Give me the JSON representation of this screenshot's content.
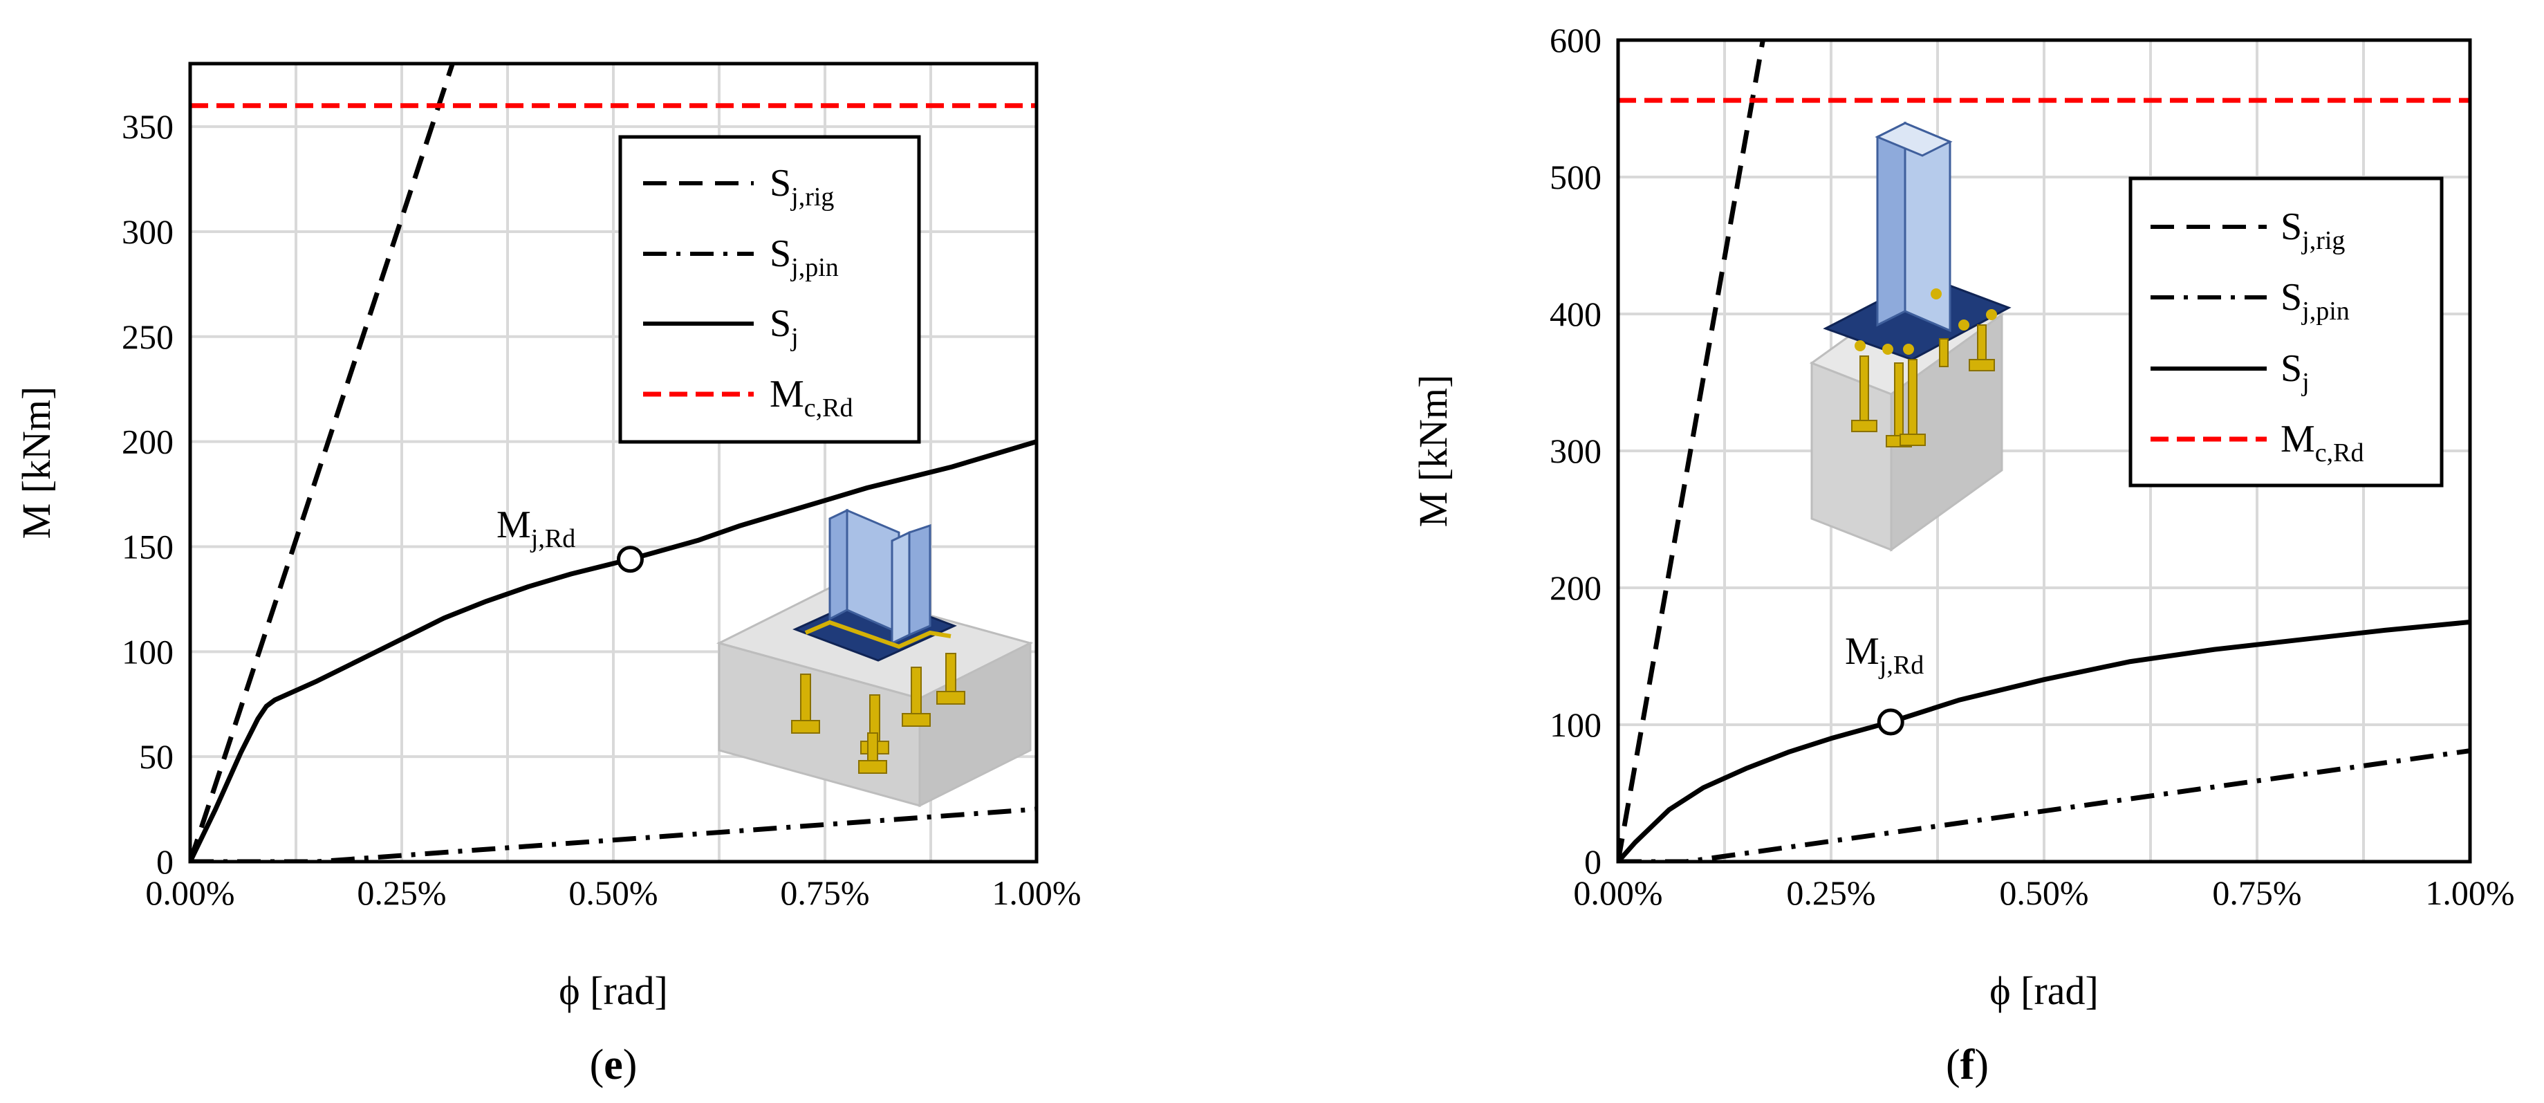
{
  "colors": {
    "series_black": "#000000",
    "series_red": "#ff0000",
    "grid": "#d9d9d9",
    "steel": "#8eaadb",
    "plate": "#1f3b7a",
    "bolt": "#d4b106",
    "concrete": "#d9d9d9"
  },
  "chart_data": [
    {
      "type": "line",
      "panel_label": "e",
      "xlabel": "ϕ [rad]",
      "ylabel": "M [kNm]",
      "xlim": [
        0,
        0.01
      ],
      "ylim": [
        0,
        380
      ],
      "xticks": [
        0,
        0.0025,
        0.005,
        0.0075,
        0.01
      ],
      "xtick_labels": [
        "0.00%",
        "0.25%",
        "0.50%",
        "0.75%",
        "1.00%"
      ],
      "yticks": [
        0,
        50,
        100,
        150,
        200,
        250,
        300,
        350
      ],
      "ytick_labels": [
        "0",
        "50",
        "100",
        "150",
        "200",
        "250",
        "300",
        "350"
      ],
      "grid": true,
      "legend_position": "top-right",
      "legend": [
        {
          "base": "S",
          "sub": "j,rig",
          "style": "dashed",
          "color": "#000000"
        },
        {
          "base": "S",
          "sub": "j,pin",
          "style": "dashdot",
          "color": "#000000"
        },
        {
          "base": "S",
          "sub": "j",
          "style": "solid",
          "color": "#000000"
        },
        {
          "base": "M",
          "sub": "c,Rd",
          "style": "dashed",
          "color": "#ff0000"
        }
      ],
      "series": [
        {
          "name": "Sj,rig",
          "style": "dashed",
          "x": [
            0,
            0.0031
          ],
          "y": [
            0,
            380
          ]
        },
        {
          "name": "Sj,pin",
          "style": "dashdot",
          "x": [
            0,
            0.0015,
            0.01
          ],
          "y": [
            0,
            0,
            25
          ]
        },
        {
          "name": "Sj",
          "style": "solid",
          "x": [
            0,
            0.0003,
            0.0006,
            0.0008,
            0.0009,
            0.001,
            0.0015,
            0.002,
            0.0025,
            0.003,
            0.0035,
            0.004,
            0.0045,
            0.005,
            0.0052,
            0.006,
            0.0065,
            0.007,
            0.0075,
            0.008,
            0.0085,
            0.009,
            0.0095,
            0.01
          ],
          "y": [
            0,
            25,
            52,
            68,
            74,
            77,
            86,
            96,
            106,
            116,
            124,
            131,
            137,
            142,
            144,
            153,
            160,
            166,
            172,
            178,
            183,
            188,
            194,
            200
          ]
        },
        {
          "name": "Mc,Rd",
          "style": "dashed",
          "x": [
            0,
            0.01
          ],
          "y": [
            360,
            360
          ]
        }
      ],
      "annotation": {
        "base": "M",
        "sub": "j,Rd",
        "x": 0.0052,
        "y": 144
      }
    },
    {
      "type": "line",
      "panel_label": "f",
      "xlabel": "ϕ [rad]",
      "ylabel": "M [kNm]",
      "xlim": [
        0,
        0.01
      ],
      "ylim": [
        0,
        600
      ],
      "xticks": [
        0,
        0.0025,
        0.005,
        0.0075,
        0.01
      ],
      "xtick_labels": [
        "0.00%",
        "0.25%",
        "0.50%",
        "0.75%",
        "1.00%"
      ],
      "yticks": [
        0,
        100,
        200,
        300,
        400,
        500,
        600
      ],
      "ytick_labels": [
        "0",
        "100",
        "200",
        "300",
        "400",
        "500",
        "600"
      ],
      "grid": true,
      "legend_position": "top-right",
      "legend": [
        {
          "base": "S",
          "sub": "j,rig",
          "style": "dashed",
          "color": "#000000"
        },
        {
          "base": "S",
          "sub": "j,pin",
          "style": "dashdot",
          "color": "#000000"
        },
        {
          "base": "S",
          "sub": "j",
          "style": "solid",
          "color": "#000000"
        },
        {
          "base": "M",
          "sub": "c,Rd",
          "style": "dashed",
          "color": "#ff0000"
        }
      ],
      "series": [
        {
          "name": "Sj,rig",
          "style": "dashed",
          "x": [
            0,
            0.0017
          ],
          "y": [
            0,
            600
          ]
        },
        {
          "name": "Sj,pin",
          "style": "dashdot",
          "x": [
            0,
            0.0008,
            0.01
          ],
          "y": [
            0,
            0,
            81
          ]
        },
        {
          "name": "Sj",
          "style": "solid",
          "x": [
            0,
            0.0002,
            0.0004,
            0.0006,
            0.001,
            0.0015,
            0.002,
            0.0025,
            0.0032,
            0.004,
            0.005,
            0.006,
            0.007,
            0.008,
            0.009,
            0.01
          ],
          "y": [
            0,
            14,
            26,
            38,
            54,
            68,
            80,
            90,
            102,
            118,
            133,
            146,
            155,
            162,
            169,
            175
          ]
        },
        {
          "name": "Mc,Rd",
          "style": "dashed",
          "x": [
            0,
            0.01
          ],
          "y": [
            556,
            556
          ]
        }
      ],
      "annotation": {
        "base": "M",
        "sub": "j,Rd",
        "x": 0.0032,
        "y": 102
      }
    }
  ]
}
